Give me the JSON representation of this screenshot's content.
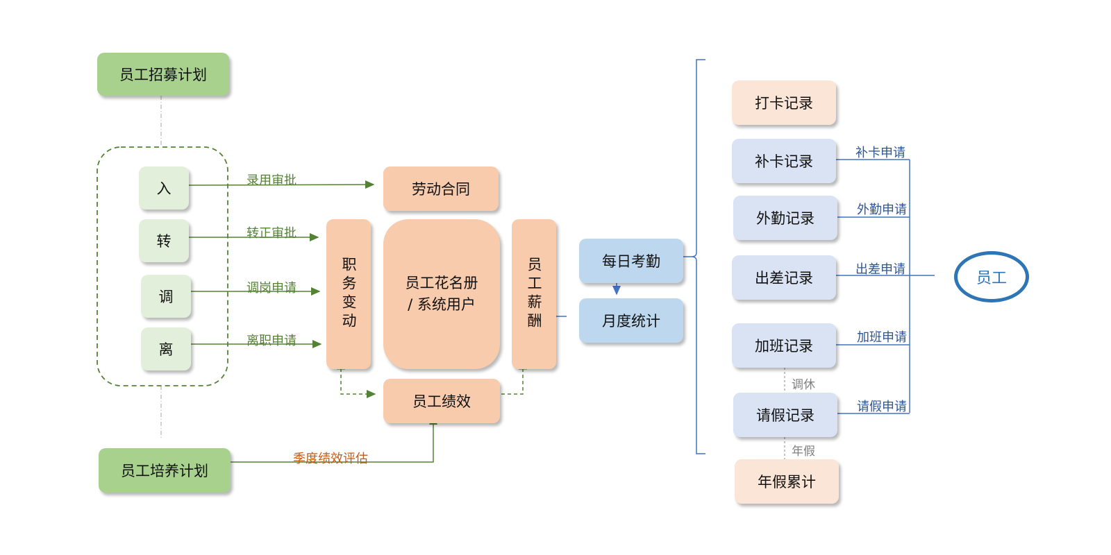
{
  "left": {
    "recruit_plan": "员工招募计划",
    "training_plan": "员工培养计划",
    "steps": [
      "入",
      "转",
      "调",
      "离"
    ]
  },
  "center": {
    "labor_contract": "劳动合同",
    "job_change": "职务变动",
    "roster": "员工花名册\n/ 系统用户",
    "salary": "员工薪酬",
    "performance": "员工绩效"
  },
  "attendance": {
    "daily": "每日考勤",
    "monthly": "月度统计"
  },
  "records": {
    "clock": "打卡记录",
    "makeup": "补卡记录",
    "field": "外勤记录",
    "trip": "出差记录",
    "overtime": "加班记录",
    "leave": "请假记录",
    "annual": "年假累计"
  },
  "employee": "员工",
  "edge_labels": {
    "hire_approval": "录用审批",
    "regular_approval": "转正审批",
    "transfer_request": "调岗申请",
    "resign_request": "离职申请",
    "quarterly_review": "季度绩效评估",
    "makeup_request": "补卡申请",
    "field_request": "外勤申请",
    "trip_request": "出差申请",
    "overtime_request": "加班申请",
    "leave_request": "请假申请",
    "comp_leave": "调休",
    "annual_leave": "年假"
  },
  "colors": {
    "green_arrow": "#548235",
    "blue_arrow": "#4472c4",
    "orange_line": "#548235",
    "employee_ring": "#2e75b6"
  }
}
